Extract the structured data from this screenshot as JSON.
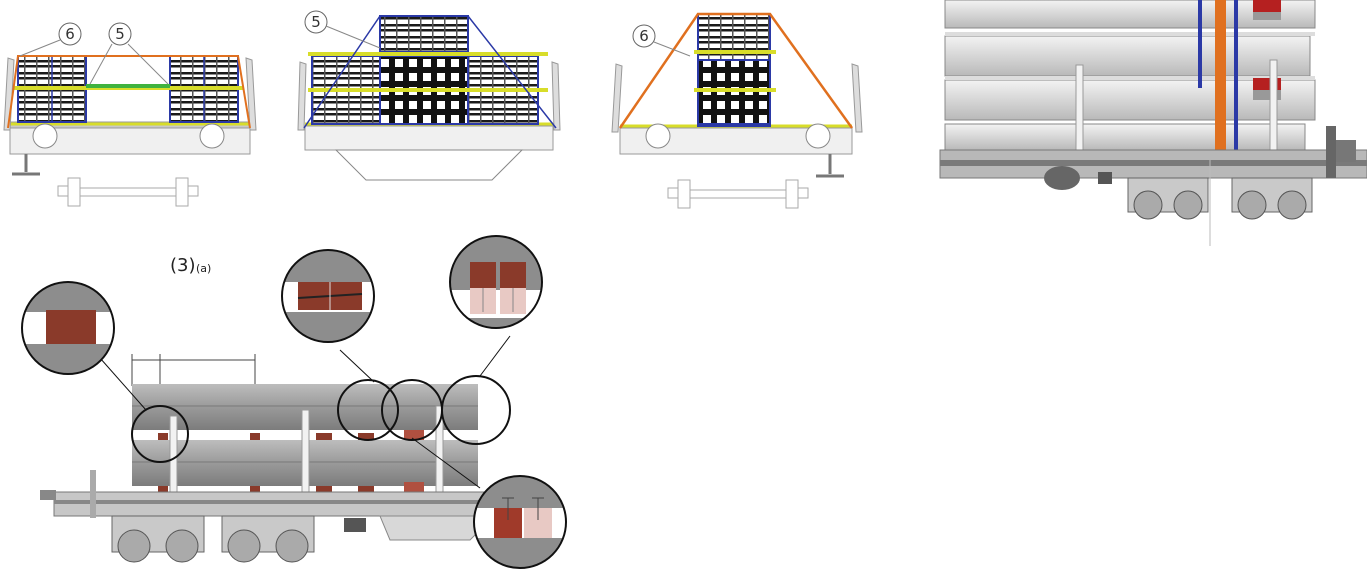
{
  "callouts": {
    "view1_a": "6",
    "view1_b": "5",
    "view2_a": "5",
    "view3_a": "6",
    "section_main": "3",
    "section_sub": "a"
  },
  "colors": {
    "wagon_grey": "#8d8d8d",
    "wagon_light": "#e6e6e6",
    "pipe_grey": "#a9a9a9",
    "block_red": "#8a3a2a",
    "block_pink": "#e8c9c4",
    "lashing_orange": "#e0701f",
    "lashing_blue": "#2b39a6",
    "strap_yellow": "#d8dd2a",
    "strap_green": "#3fb23f"
  },
  "icons": [
    "callout-circle-icon",
    "magnifier-detail-icon"
  ]
}
